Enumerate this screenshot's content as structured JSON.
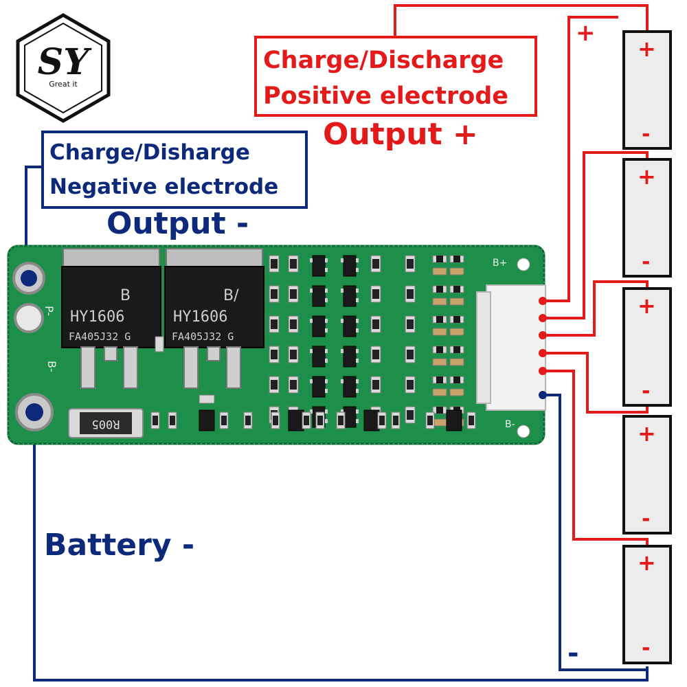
{
  "logo": {
    "letters": "SY",
    "tagline": "Great it"
  },
  "positive_label": {
    "line1": "Charge/Discharge",
    "line2": "Positive electrode",
    "output": "Output +"
  },
  "negative_label": {
    "line1": "Charge/Disharge",
    "line2": "Negative electrode",
    "output": "Output -"
  },
  "battery_label": "Battery -",
  "board": {
    "mosfets": [
      {
        "brand": "B",
        "model": "HY1606",
        "code": "FA405J32 G"
      },
      {
        "brand": "B/",
        "model": "HY1606",
        "code": "FA405J32 G"
      }
    ],
    "resistor": "R005",
    "pad_p": "P-",
    "pad_b": "B-",
    "conn_top": "B+",
    "conn_bottom": "B-"
  },
  "cells": [
    {
      "plus": "+",
      "minus": "-"
    },
    {
      "plus": "+",
      "minus": "-"
    },
    {
      "plus": "+",
      "minus": "-"
    },
    {
      "plus": "+",
      "minus": "-"
    },
    {
      "plus": "+",
      "minus": "-"
    }
  ],
  "wire_plus": "+",
  "wire_minus": "-",
  "colors": {
    "positive": "#e41a1a",
    "negative": "#0d2a7a",
    "pcb": "#1e8f4a",
    "cell": "#ececec"
  }
}
